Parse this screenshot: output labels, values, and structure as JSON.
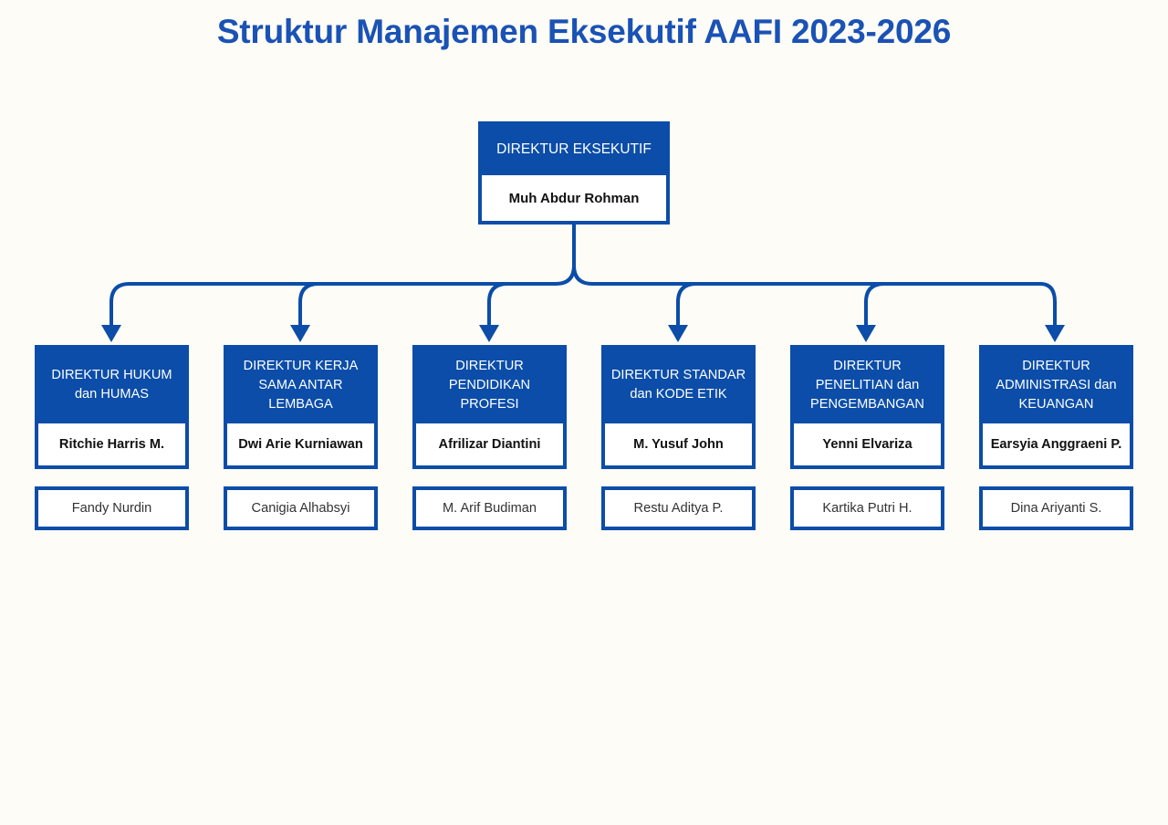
{
  "title": "Struktur Manajemen Eksekutif AAFI 2023-2026",
  "colors": {
    "brand_blue": "#0B4DA8",
    "title_blue": "#1A52B5",
    "background": "#FDFCF6",
    "card_text_light": "#FFFFFF",
    "name_text": "#111111",
    "staff_text": "#333333"
  },
  "root": {
    "role": "DIREKTUR EKSEKUTIF",
    "name": "Muh Abdur Rohman"
  },
  "columns": [
    {
      "role": "DIREKTUR HUKUM\ndan HUMAS",
      "name": "Ritchie Harris M.",
      "staff": "Fandy Nurdin"
    },
    {
      "role": "DIREKTUR KERJA\nSAMA ANTAR\nLEMBAGA",
      "name": "Dwi Arie Kurniawan",
      "staff": "Canigia Alhabsyi"
    },
    {
      "role": "DIREKTUR\nPENDIDIKAN\nPROFESI",
      "name": "Afrilizar Diantini",
      "staff": "M. Arif Budiman"
    },
    {
      "role": "DIREKTUR STANDAR\ndan KODE ETIK",
      "name": "M. Yusuf John",
      "staff": "Restu Aditya P."
    },
    {
      "role": "DIREKTUR\nPENELITIAN dan\nPENGEMBANGAN",
      "name": "Yenni Elvariza",
      "staff": "Kartika Putri H."
    },
    {
      "role": "DIREKTUR\nADMINISTRASI dan\nKEUANGAN",
      "name": "Earsyia Anggraeni P.",
      "staff": "Dina Ariyanti S."
    }
  ]
}
